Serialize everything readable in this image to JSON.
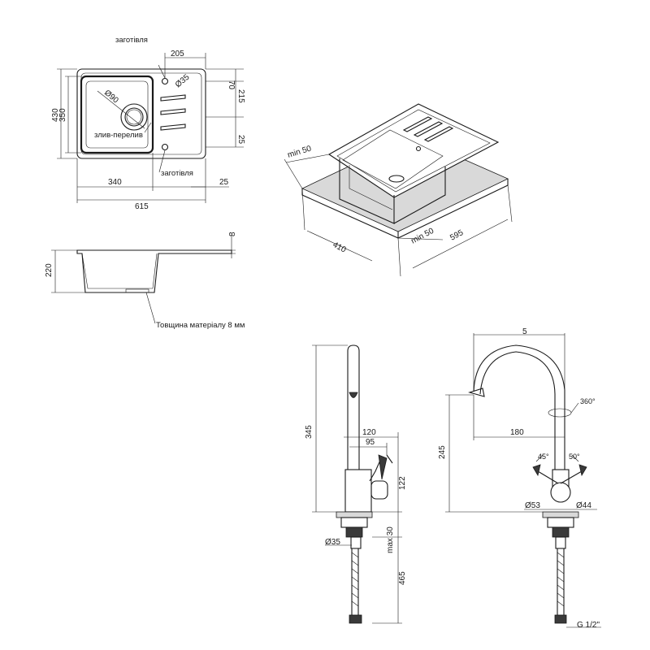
{
  "top_view": {
    "dims": {
      "d205": "205",
      "d70": "70",
      "d215": "215",
      "d25r": "25",
      "d430": "430",
      "d350": "350",
      "d90": "Ø90",
      "d35": "Ø35",
      "d340": "340",
      "d25b": "25",
      "d615": "615"
    },
    "labels": {
      "blank_top": "заготівля",
      "drain_overflow": "злив-перелив",
      "blank_bottom": "заготівля"
    }
  },
  "side_view": {
    "dims": {
      "d8": "8",
      "d220": "220"
    },
    "labels": {
      "thickness": "Товщина матеріалу 8 мм"
    }
  },
  "iso_view": {
    "dims": {
      "min50a": "min 50",
      "min50b": "min 50",
      "d410": "410",
      "d595": "595"
    }
  },
  "faucet_side": {
    "dims": {
      "d345": "345",
      "d120": "120",
      "d95": "95",
      "d122": "122",
      "d35": "Ø35",
      "max30": "max 30",
      "d465": "465"
    }
  },
  "faucet_front": {
    "dims": {
      "d5": "5",
      "d360": "360°",
      "d180": "180",
      "d245": "245",
      "d45": "45°",
      "d50": "50°",
      "d53": "Ø53",
      "d44": "Ø44",
      "g12": "G 1/2\""
    }
  }
}
